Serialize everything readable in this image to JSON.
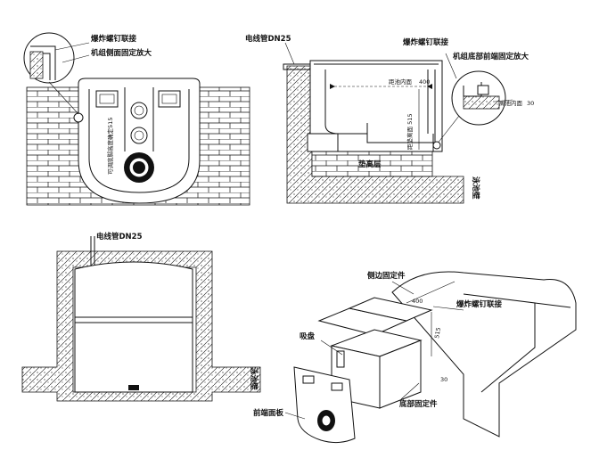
{
  "labels": {
    "tl_bolt": "爆炸螺钉联接",
    "tl_side_fix": "机组侧面固定放大",
    "tl_vertical": "可调底脚高度确定515",
    "tr_pipe": "电线管DN25",
    "tr_bolt": "爆炸螺钉联接",
    "tr_bottom_fix": "机组底部前端固定放大",
    "tr_inner_dist": "距池内面",
    "tr_inner_val": "400",
    "tr_height": "距垫离面 515",
    "tr_pad": "垫高层",
    "tr_pool_wall": "泳池壁",
    "tr_inner_right": "离池内面",
    "tr_inner_right_val": "30",
    "bl_pipe": "电线管DN25",
    "bl_pool_wall": "泳池壁",
    "br_side_fix": "侧边固定件",
    "br_bolt": "爆炸螺钉联接",
    "br_suction": "吸盘",
    "br_front_panel": "前端面板",
    "br_bottom_fix": "底部固定件",
    "br_dim_400": "400",
    "br_dim_515": "515",
    "br_dim_30": "30"
  }
}
